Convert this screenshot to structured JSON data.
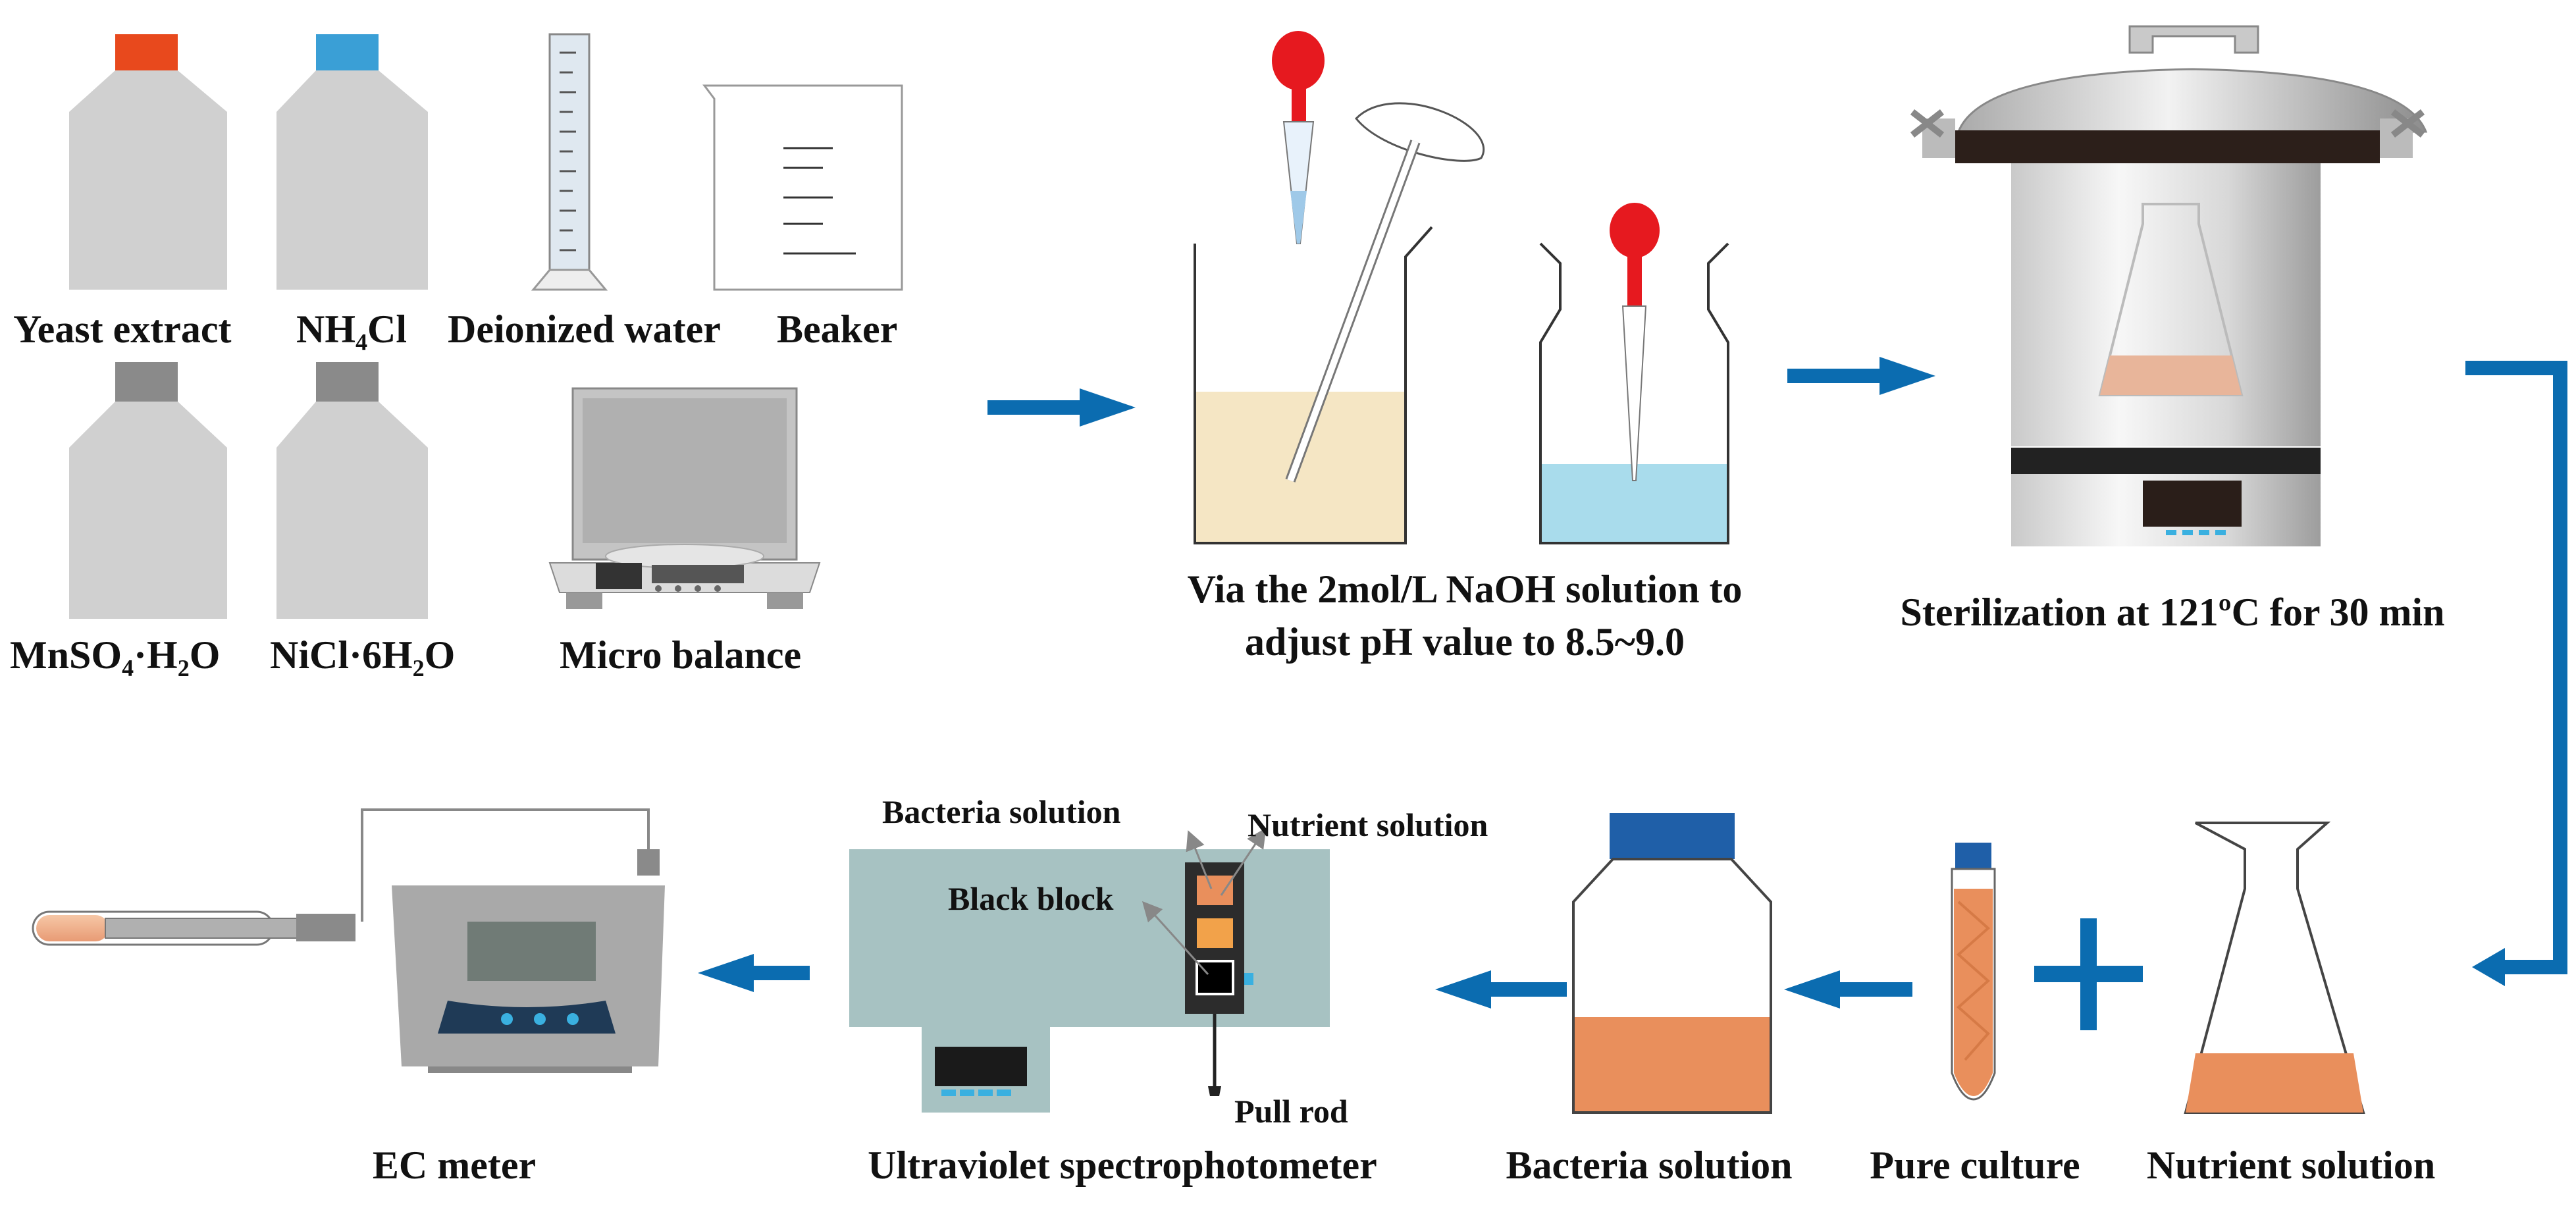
{
  "colors": {
    "arrow": "#0b6cb0",
    "bottle": "#d0d0d0",
    "cap_red": "#e8491d",
    "cap_blue": "#3a9fd6",
    "cap_gray": "#8a8a8a",
    "cap_navy": "#1f5fa8",
    "medium_yellow": "#f5e6c4",
    "naoh_blue": "#a9dcec",
    "bacteria_orange": "#e98f5c",
    "dropper_red": "#e6191f",
    "instrument_teal": "#a7c2c2"
  },
  "reagents": {
    "yeast_extract": "Yeast extract",
    "nh4cl": "NH₄Cl",
    "deionized_water": "Deionized water",
    "beaker": "Beaker",
    "mnso4": "MnSO₄·H₂O",
    "nicl": "NiCl·6H₂O",
    "micro_balance": "Micro balance"
  },
  "ph_step": {
    "line1": "Via the 2mol/L NaOH solution to",
    "line2": "adjust pH value to 8.5~9.0"
  },
  "sterilization": {
    "label": "Sterilization at 121ºC for 30 min"
  },
  "bottom_row": {
    "ec_meter": "EC meter",
    "uv_spectrophotometer": "Ultraviolet spectrophotometer",
    "bacteria_solution": "Bacteria solution",
    "pure_culture": "Pure culture",
    "nutrient_solution": "Nutrient solution"
  },
  "uv_callouts": {
    "bacteria_solution": "Bacteria solution",
    "nutrient_solution": "Nutrient solution",
    "black_block": "Black block",
    "pull_rod": "Pull rod"
  }
}
